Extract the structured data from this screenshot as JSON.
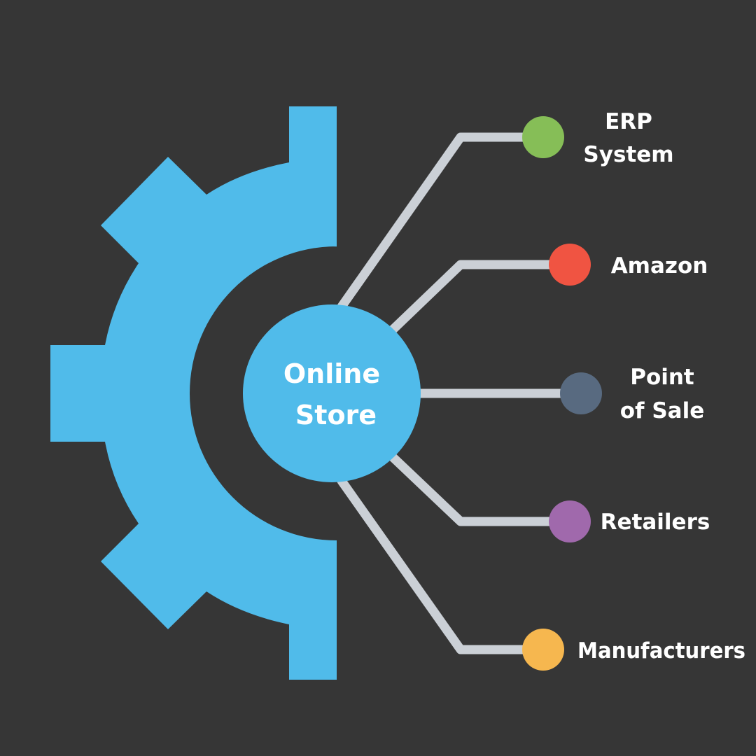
{
  "center": {
    "label_line1": "Online",
    "label_line2": "Store"
  },
  "colors": {
    "background": "#363636",
    "gear": "#50BBEA",
    "connector": "#CBD0D6",
    "text": "#FFFFFF"
  },
  "nodes": [
    {
      "id": "erp-system",
      "line1": "ERP",
      "line2": "System",
      "color": "#86BE57"
    },
    {
      "id": "amazon",
      "line1": "Amazon",
      "line2": "",
      "color": "#F05442"
    },
    {
      "id": "point-of-sale",
      "line1": "Point",
      "line2": "of Sale",
      "color": "#586A80"
    },
    {
      "id": "retailers",
      "line1": "Retailers",
      "line2": "",
      "color": "#A069AC"
    },
    {
      "id": "manufacturers",
      "line1": "Manufacturers",
      "line2": "",
      "color": "#F6B74F"
    }
  ]
}
